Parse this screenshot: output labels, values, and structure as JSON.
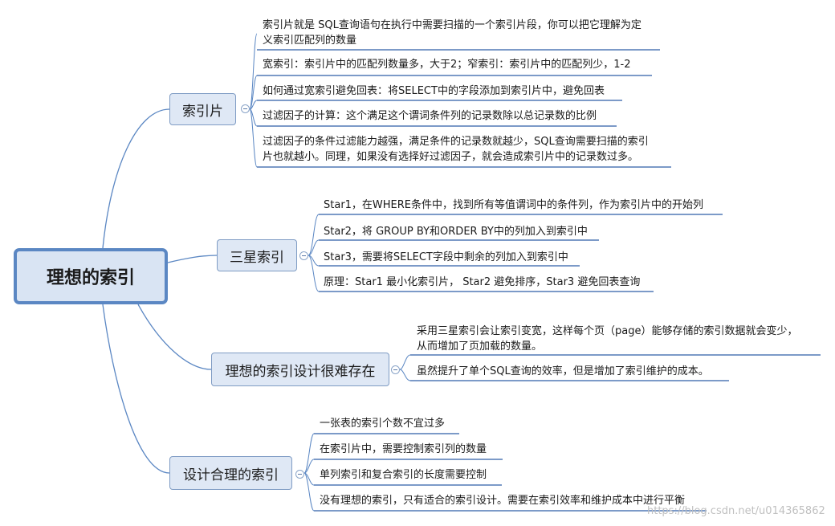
{
  "root": {
    "label": "理想的索引"
  },
  "branches": [
    {
      "id": "b1",
      "label": "索引片",
      "leaves": [
        "索引片就是 SQL查询语句在执行中需要扫描的一个索引片段，你可以把它理解为定|义索引匹配列的数量",
        "宽索引：索引片中的匹配列数量多，大于2；窄索引：索引片中的匹配列少，1-2",
        "如何通过宽索引避免回表：将SELECT中的字段添加到索引片中，避免回表",
        "过滤因子的计算：这个满足这个谓词条件列的记录数除以总记录数的比例",
        "过滤因子的条件过滤能力越强，满足条件的记录数就越少，SQL查询需要扫描的索引|片也就越小。同理，如果没有选择好过滤因子，就会造成索引片中的记录数过多。"
      ]
    },
    {
      "id": "b2",
      "label": "三星索引",
      "leaves": [
        "Star1，在WHERE条件中，找到所有等值谓词中的条件列，作为索引片中的开始列",
        "Star2，将 GROUP BY和ORDER BY中的列加入到索引中",
        "Star3，需要将SELECT字段中剩余的列加入到索引中",
        "原理：Star1 最小化索引片， Star2 避免排序，Star3 避免回表查询"
      ]
    },
    {
      "id": "b3",
      "label": "理想的索引设计很难存在",
      "leaves": [
        "采用三星索引会让索引变宽，这样每个页（page）能够存储的索引数据就会变少，|从而增加了页加载的数量。",
        "虽然提升了单个SQL查询的效率，但是增加了索引维护的成本。"
      ]
    },
    {
      "id": "b4",
      "label": "设计合理的索引",
      "leaves": [
        "一张表的索引个数不宜过多",
        "在索引片中，需要控制索引列的数量",
        "单列索引和复合索引的长度需要控制",
        "没有理想的索引，只有适合的索引设计。需要在索引效率和维护成本中进行平衡"
      ]
    }
  ],
  "watermark": "https://blog.csdn.net/u014365862",
  "colors": {
    "line": "#5b87c3",
    "underline": "#2e5da8",
    "node_fill": "#dfe8f5"
  }
}
